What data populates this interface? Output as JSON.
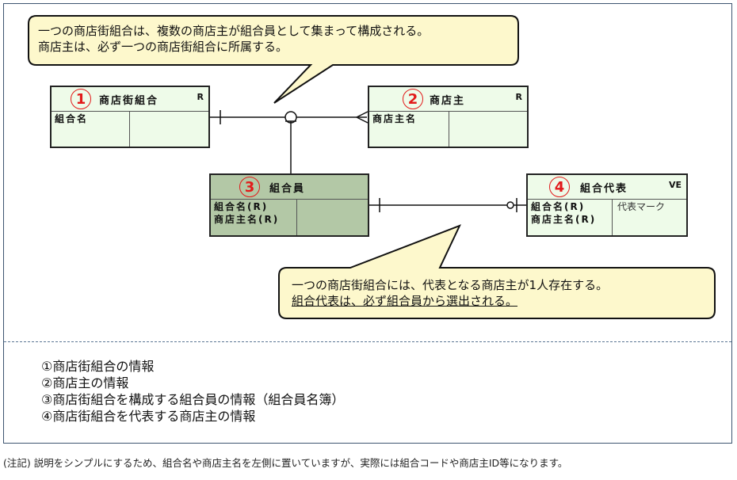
{
  "callouts": {
    "top": {
      "lines": [
        "一つの商店街組合は、複数の商店主が組合員として集まって構成される。",
        "商店主は、必ず一つの商店街組合に所属する。"
      ]
    },
    "bottom": {
      "lines": [
        "一つの商店街組合には、代表となる商店主が1人存在する。",
        "組合代表は、必ず組合員から選出される。"
      ]
    }
  },
  "entities": [
    {
      "number": "1",
      "name": "商店街組合",
      "type": "R",
      "keys": "組合名",
      "attrs": ""
    },
    {
      "number": "2",
      "name": "商店主",
      "type": "R",
      "keys": "商店主名",
      "attrs": ""
    },
    {
      "number": "3",
      "name": "組合員",
      "type": "",
      "keys": "組合名(R)\n商店主名(R)",
      "attrs": ""
    },
    {
      "number": "4",
      "name": "組合代表",
      "type": "VE",
      "keys": "組合名(R)\n商店主名(R)",
      "attrs": "代表マーク"
    }
  ],
  "legend": [
    "①商店街組合の情報",
    "②商店主の情報",
    "③商店街組合を構成する組合員の情報（組合員名簿）",
    "④商店街組合を代表する商店主の情報"
  ],
  "note": "(注記) 説明をシンプルにするため、組合名や商店主名を左側に置いていますが、実際には組合コードや商店主ID等になります。",
  "colors": {
    "callout_fill": "#fdf8cc",
    "entity_fill": "#eefbe9",
    "entity_dark_fill": "#b3c8a6",
    "number_red": "#e21b1b",
    "frame_border": "#3d5570"
  }
}
